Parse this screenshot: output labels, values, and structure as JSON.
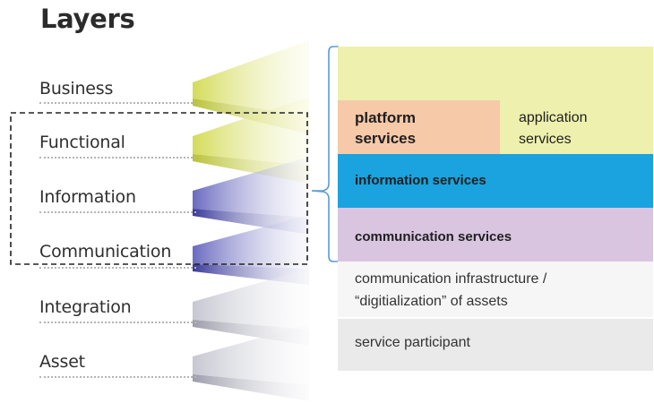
{
  "title": "Layers",
  "layers": [
    {
      "label": "Business",
      "color": "#dfe58a"
    },
    {
      "label": "Functional",
      "color": "#d6dc6f"
    },
    {
      "label": "Information",
      "color": "#6f6fc4"
    },
    {
      "label": "Communication",
      "color": "#55559f"
    },
    {
      "label": "Integration",
      "color": "#c9cad6"
    },
    {
      "label": "Asset",
      "color": "#a9aab5"
    }
  ],
  "stack": {
    "application_area": {
      "color": "#eef0ad"
    },
    "platform_services": {
      "label_line1": "platform",
      "label_line2": "services",
      "color": "#f6c9a9"
    },
    "application_services": {
      "label_line1": "application",
      "label_line2": "services"
    },
    "information_services": {
      "label": "information services",
      "color": "#1aa3de"
    },
    "communication_services": {
      "label": "communication services",
      "color": "#dac5e0"
    },
    "communication_infrastructure": {
      "label_line1": "communication infrastructure /",
      "label_line2": "“digitialization” of assets",
      "color": "#f6f6f6"
    },
    "service_participant": {
      "label": "service participant",
      "color": "#eaeaea"
    }
  },
  "brace_color": "#5b9bd5"
}
